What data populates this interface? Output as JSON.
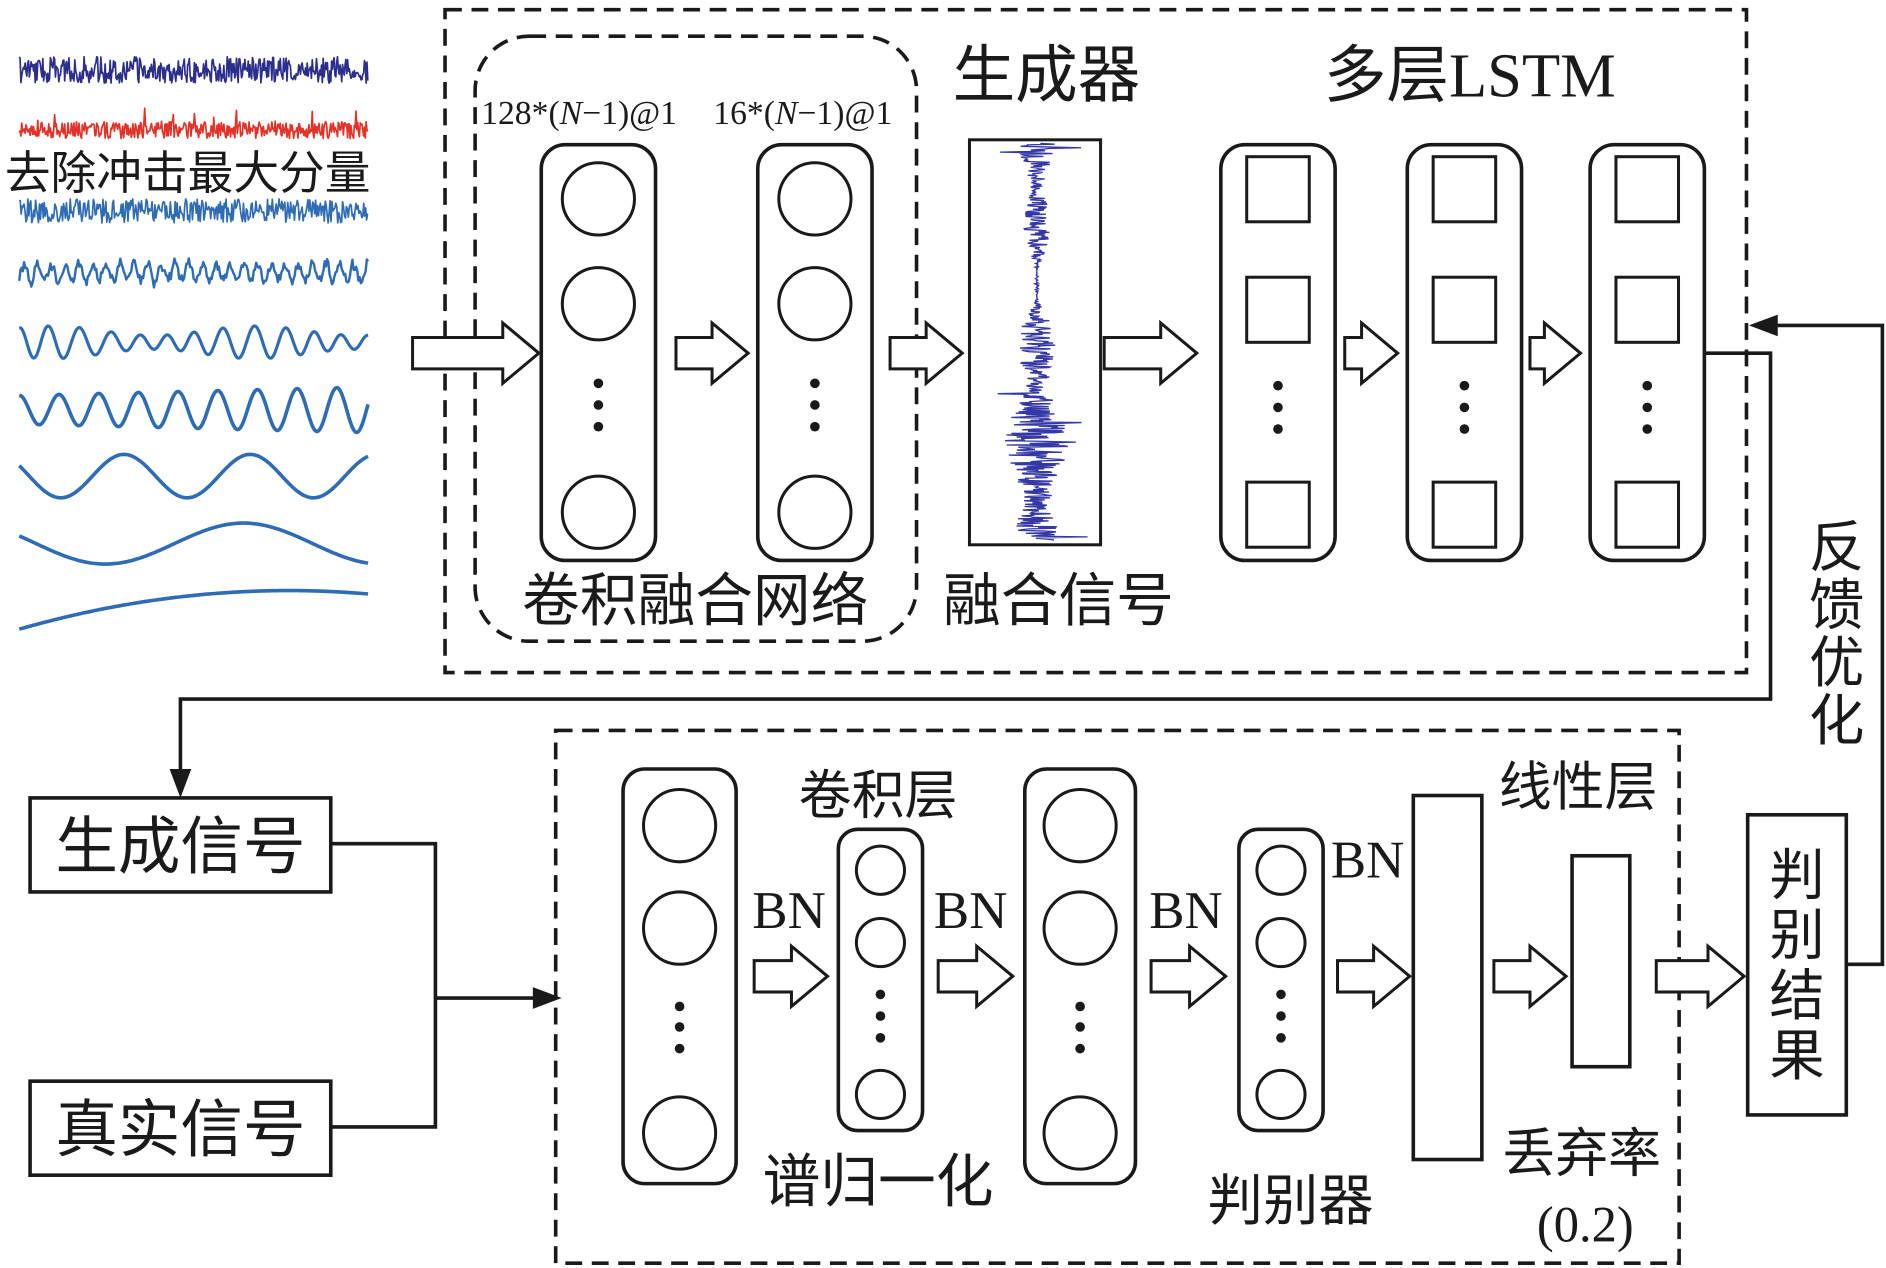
{
  "input": {
    "caption": "去除冲击最大分量",
    "signal_colors": {
      "raw": "#2b2e8c",
      "impulse": "#e53228",
      "components": "#2f6cb6"
    }
  },
  "generator": {
    "title": "生成器",
    "conv_network_label": "卷积融合网络",
    "conv_layer_1_size": {
      "prefix": "128*(",
      "variable": "N",
      "suffix": "−1)@1"
    },
    "conv_layer_2_size": {
      "prefix": "16*(",
      "variable": "N",
      "suffix": "−1)@1"
    },
    "fused_signal_label": "融合信号",
    "fused_signal_color": "#3438a6",
    "lstm_title": "多层LSTM"
  },
  "feedback": {
    "label": "反馈优化"
  },
  "inputs": {
    "generated_signal": "生成信号",
    "real_signal": "真实信号"
  },
  "discriminator": {
    "title": "判别器",
    "conv_layer_label": "卷积层",
    "spectral_norm_label": "谱归一化",
    "bn_labels": [
      "BN",
      "BN",
      "BN",
      "BN"
    ],
    "linear_layer_label": "线性层",
    "dropout_label": "丢弃率",
    "dropout_rate": "(0.2)"
  },
  "output": {
    "label": "判别结果"
  }
}
